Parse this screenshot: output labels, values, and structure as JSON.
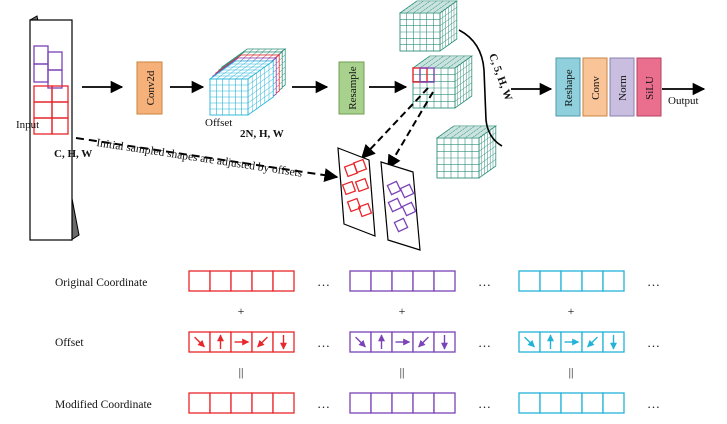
{
  "labels": {
    "input": "Input",
    "input_dims": "C, H, W",
    "conv2d": "Conv2d",
    "offset": "Offset",
    "offset_dims": "2N, H, W",
    "resample": "Resample",
    "stack_dims": "C, 5, H, W",
    "reshape": "Reshape",
    "conv": "Conv",
    "norm": "Norm",
    "silu": "SiLU",
    "output": "Output",
    "annotation": "Initial sampled shapes are adjusted by offsets"
  },
  "rows": {
    "original": "Original Coordinate",
    "offset": "Offset",
    "modified": "Modified Coordinate",
    "plus": "+",
    "equals": "||",
    "ellipsis": "…"
  },
  "colors": {
    "red": "#e8262b",
    "purple": "#7a43b6",
    "cyan": "#22b3d8",
    "conv2d_fill": "#f6b07a",
    "resample_fill": "#a9d18e",
    "reshape_fill": "#8fd0dc",
    "conv_fill": "#f9c598",
    "norm_fill": "#c9bedf",
    "silu_fill": "#ea6f8e",
    "grid_green": "#2c8f7a"
  },
  "groups": [
    {
      "color": "red",
      "arrows": [
        "down-right",
        "up",
        "right",
        "down-left",
        "down"
      ]
    },
    {
      "color": "purple",
      "arrows": [
        "down-right",
        "up",
        "right",
        "down-left",
        "down"
      ]
    },
    {
      "color": "cyan",
      "arrows": [
        "down-right",
        "up",
        "right",
        "down-left",
        "down"
      ]
    }
  ]
}
